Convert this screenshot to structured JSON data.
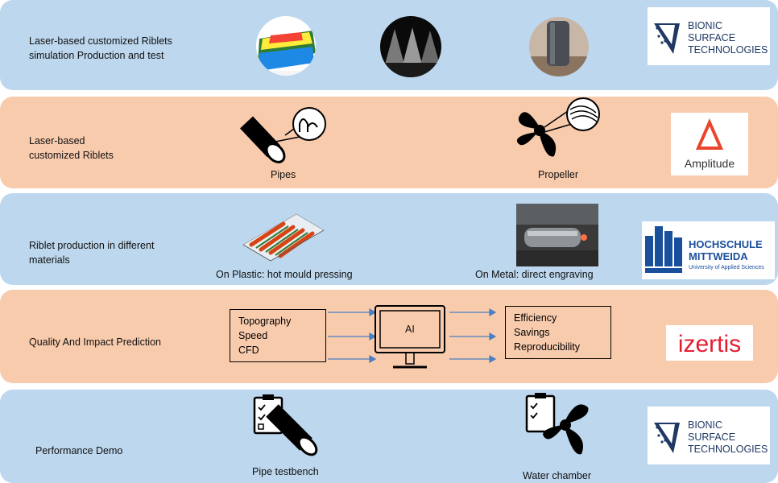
{
  "rows": [
    {
      "label_lines": [
        "Laser-based customized Riblets",
        "simulation Production and test"
      ],
      "color": "#bdd7ee"
    },
    {
      "label_lines": [
        "Laser-based",
        "customized Riblets"
      ],
      "captions": [
        "Pipes",
        "Propeller"
      ],
      "color": "#f8cbad"
    },
    {
      "label_lines": [
        "Riblet production in different",
        "materials"
      ],
      "captions": [
        "On Plastic: hot mould pressing",
        "On Metal: direct engraving"
      ],
      "color": "#bdd7ee"
    },
    {
      "label_lines": [
        "Quality And Impact Prediction"
      ],
      "color": "#f8cbad"
    },
    {
      "label_lines": [
        "Performance Demo"
      ],
      "captions": [
        "Pipe testbench",
        "Water chamber"
      ],
      "color": "#bdd7ee"
    }
  ],
  "prediction": {
    "inputs": [
      "Topography",
      "Speed",
      "CFD"
    ],
    "model": "AI",
    "outputs": [
      "Efficiency",
      "Savings",
      "Reproducibility"
    ]
  },
  "logos": {
    "bionic": {
      "lines": [
        "BIONIC",
        "SURFACE",
        "TECHNOLOGIES"
      ],
      "color": "#1f3864"
    },
    "amplitude": {
      "text": "Amplitude",
      "color": "#e8452c"
    },
    "hochschule": {
      "lines": [
        "HOCHSCHULE",
        "MITTWEIDA"
      ],
      "sub": "University of Applied Sciences",
      "color": "#1a4f9c"
    },
    "izertis": {
      "text": "izertis",
      "color": "#e31e33"
    }
  }
}
